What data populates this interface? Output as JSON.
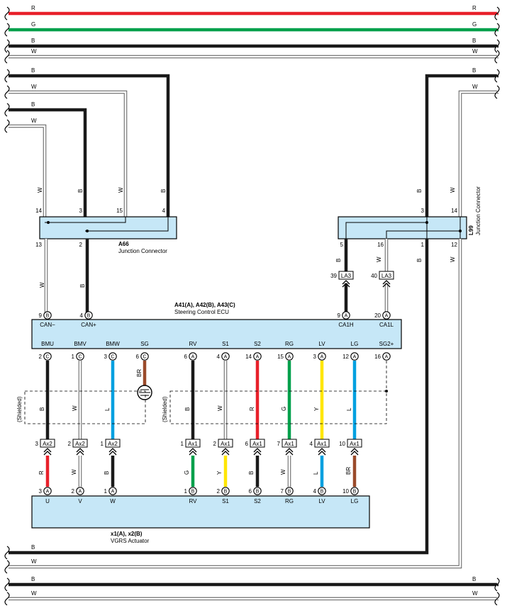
{
  "wire_colors": {
    "R": "#e8202a",
    "G": "#00a04b",
    "B": "#1a1a1a",
    "W": "#ffffff",
    "L": "#00a0e0",
    "Y": "#ffe600",
    "BR": "#9a4a2a"
  },
  "top_bus": [
    {
      "label": "R",
      "color": "#e8202a"
    },
    {
      "label": "G",
      "color": "#00a04b"
    },
    {
      "label": "B",
      "color": "#1a1a1a"
    },
    {
      "label": "W",
      "color": "#ffffff"
    }
  ],
  "bottom_bus": [
    {
      "label": "B"
    },
    {
      "label": "W"
    },
    {
      "label": "B"
    },
    {
      "label": "W"
    }
  ],
  "left_branch_labels": [
    "B",
    "W",
    "B",
    "W"
  ],
  "right_branch_labels": [
    "B",
    "W"
  ],
  "a66": {
    "id": "A66",
    "name": "Junction Connector",
    "top_pins": [
      "14",
      "3",
      "15",
      "4"
    ],
    "bottom_pins": [
      "13",
      "2"
    ],
    "top_wire_labels": [
      "W",
      "B",
      "W",
      "B"
    ],
    "bottom_wire_labels": [
      "W",
      "B"
    ]
  },
  "l99": {
    "id": "L99",
    "name": "Junction Connector",
    "top_pins": [
      "3",
      "14"
    ],
    "bottom_pins": [
      "5",
      "16",
      "1",
      "12"
    ],
    "top_wire_labels": [
      "B",
      "W"
    ],
    "bottom_wire_labels": [
      "B",
      "W",
      "B",
      "W"
    ]
  },
  "ecu": {
    "id": "A41(A), A42(B), A43(C)",
    "name": "Steering Control ECU",
    "top_terminals": [
      {
        "pin": "9",
        "conn": "B",
        "name": "CAN−"
      },
      {
        "pin": "4",
        "conn": "B",
        "name": "CAN+"
      },
      {
        "pin": "9",
        "conn": "A",
        "name": "CA1H"
      },
      {
        "pin": "20",
        "conn": "A",
        "name": "CA1L"
      }
    ],
    "bottom_terminals": [
      {
        "pin": "2",
        "conn": "C",
        "name": "BMU"
      },
      {
        "pin": "1",
        "conn": "C",
        "name": "BMV"
      },
      {
        "pin": "3",
        "conn": "C",
        "name": "BMW"
      },
      {
        "pin": "6",
        "conn": "C",
        "name": "SG"
      },
      {
        "pin": "6",
        "conn": "A",
        "name": "RV"
      },
      {
        "pin": "4",
        "conn": "A",
        "name": "S1"
      },
      {
        "pin": "14",
        "conn": "A",
        "name": "S2"
      },
      {
        "pin": "15",
        "conn": "A",
        "name": "RG"
      },
      {
        "pin": "3",
        "conn": "A",
        "name": "LV"
      },
      {
        "pin": "12",
        "conn": "A",
        "name": "LG"
      },
      {
        "pin": "16",
        "conn": "A",
        "name": "SG2+"
      }
    ]
  },
  "la3": [
    {
      "pin": "39",
      "label": "LA3"
    },
    {
      "pin": "40",
      "label": "LA3"
    }
  ],
  "ecu_wire_labels": [
    "B",
    "W",
    "L",
    "BR",
    "B",
    "W",
    "R",
    "G",
    "Y",
    "L"
  ],
  "shielded_label": "(Shielded)",
  "ax_connectors": [
    {
      "pin": "3",
      "label": "Ax2"
    },
    {
      "pin": "2",
      "label": "Ax2"
    },
    {
      "pin": "1",
      "label": "Ax2"
    },
    {
      "pin": "1",
      "label": "Ax1"
    },
    {
      "pin": "2",
      "label": "Ax1"
    },
    {
      "pin": "6",
      "label": "Ax1"
    },
    {
      "pin": "7",
      "label": "Ax1"
    },
    {
      "pin": "4",
      "label": "Ax1"
    },
    {
      "pin": "10",
      "label": "Ax1"
    }
  ],
  "actuator_wire_labels": [
    "R",
    "W",
    "B",
    "G",
    "Y",
    "B",
    "W",
    "L",
    "BR"
  ],
  "actuator": {
    "id": "x1(A), x2(B)",
    "name": "VGRS Actuator",
    "terminals": [
      {
        "pin": "3",
        "conn": "A",
        "name": "U"
      },
      {
        "pin": "2",
        "conn": "A",
        "name": "V"
      },
      {
        "pin": "1",
        "conn": "A",
        "name": "W"
      },
      {
        "pin": "1",
        "conn": "B",
        "name": "RV"
      },
      {
        "pin": "2",
        "conn": "B",
        "name": "S1"
      },
      {
        "pin": "6",
        "conn": "B",
        "name": "S2"
      },
      {
        "pin": "7",
        "conn": "B",
        "name": "RG"
      },
      {
        "pin": "4",
        "conn": "B",
        "name": "LV"
      },
      {
        "pin": "10",
        "conn": "B",
        "name": "LG"
      }
    ]
  }
}
